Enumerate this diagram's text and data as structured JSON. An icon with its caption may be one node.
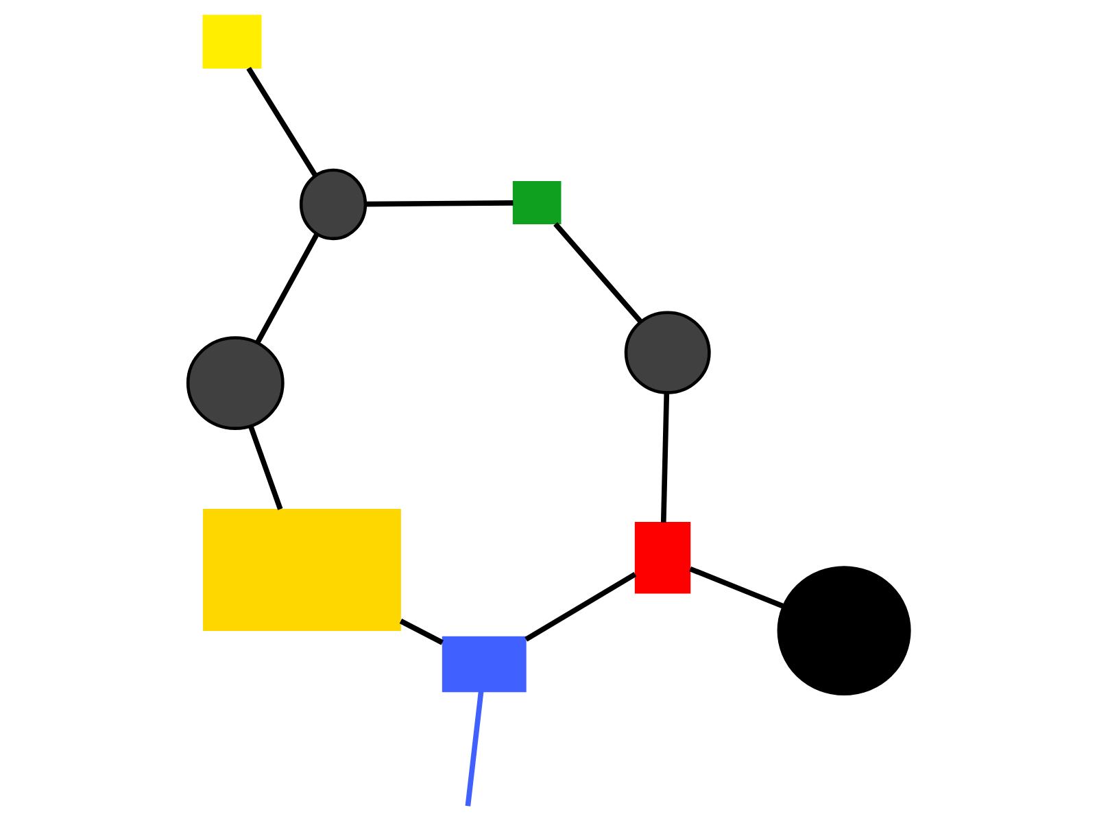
{
  "diagram": {
    "nodes": [
      {
        "text": [],
        "shape": "box"
      },
      {
        "text": [],
        "shape": "circle"
      },
      {
        "text": [],
        "shape": "box"
      },
      {
        "text": [],
        "shape": "circle"
      },
      {
        "text": [],
        "shape": "box"
      },
      {
        "text": [],
        "shape": "box"
      },
      {
        "text": [],
        "shape": "box"
      },
      {
        "text": [],
        "shape": "circle"
      },
      {
        "text": [],
        "shape": "circle"
      }
    ],
    "edges": [
      {
        "from": 1,
        "to": 0,
        "arrow": "none"
      },
      {
        "from": 1,
        "to": 3,
        "arrow": "none"
      },
      {
        "from": 3,
        "to": 6,
        "arrow": "none"
      },
      {
        "from": 3,
        "to": 4,
        "arrow": "none"
      },
      {
        "from": 4,
        "to": 7,
        "arrow": "none"
      },
      {
        "from": 7,
        "to": 5,
        "arrow": "none"
      },
      {
        "from": 5,
        "to": 8,
        "arrow": "none"
      },
      {
        "from": 5,
        "to": 2,
        "arrow": "none"
      },
      {
        "from": 2,
        "to": 0,
        "arrow": "none"
      },
      {
        "from": 2,
        "to": null,
        "arrow": "none",
        "color": "#4060ff"
      }
    ]
  }
}
